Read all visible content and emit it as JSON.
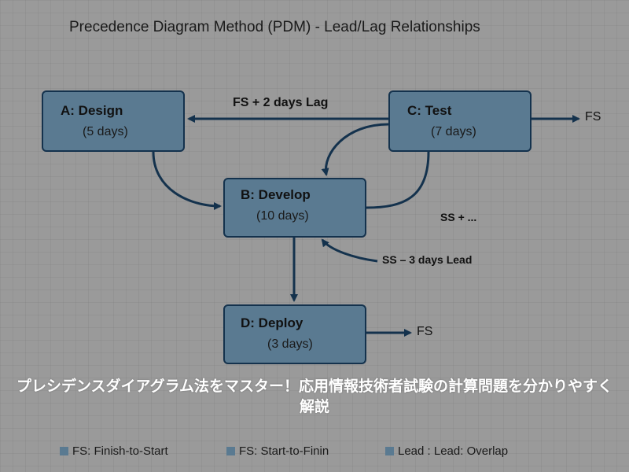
{
  "title": "Precedence Diagram Method (PDM) - Lead/Lag Relationships",
  "nodes": {
    "a": {
      "name": "A: Design",
      "duration": "(5 days)"
    },
    "b": {
      "name": "B: Develop",
      "duration": "(10 days)"
    },
    "c": {
      "name": "C: Test",
      "duration": "(7 days)"
    },
    "d": {
      "name": "D: Deploy",
      "duration": "(3 days)"
    }
  },
  "links": {
    "c_to_a": "FS + 2 days Lag",
    "c_out": "FS",
    "d_out": "FS",
    "b_c_ss": "SS + ...",
    "b_ss_lead": "SS – 3 days Lead"
  },
  "legend": [
    {
      "label": "FS: Finish-to-Start"
    },
    {
      "label": "FS: Start-to-Finin"
    },
    {
      "label": "Lead : Lead: Overlap"
    }
  ],
  "overlay_title": "プレシデンスダイアグラム法をマスター！応用情報技術者試験の計算問題を分かりやすく解説",
  "colors": {
    "background": "#9a9a9a",
    "node_fill": "#5a7a91",
    "node_border": "#14324d",
    "arrow": "#14324d",
    "overlay_text": "#ffffff"
  }
}
